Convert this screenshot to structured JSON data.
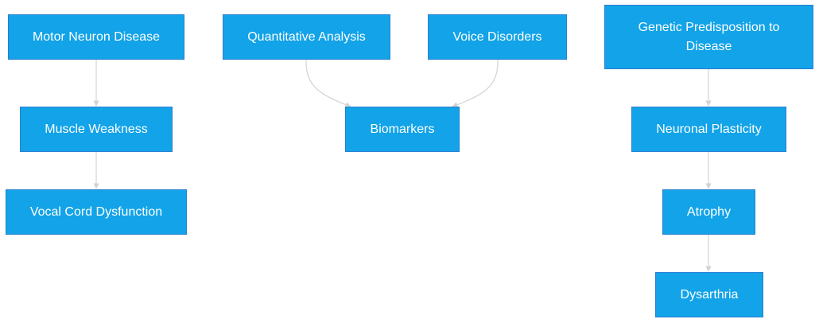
{
  "colors": {
    "node_fill": "#12a3e8",
    "node_border": "#2a7fd0",
    "node_text": "#ffffff",
    "edge": "#d3d3d3"
  },
  "nodes": {
    "motor_neuron_disease": "Motor Neuron Disease",
    "quantitative_analysis": "Quantitative Analysis",
    "voice_disorders": "Voice Disorders",
    "genetic_predisposition": "Genetic Predisposition to Disease",
    "muscle_weakness": "Muscle Weakness",
    "biomarkers": "Biomarkers",
    "neuronal_plasticity": "Neuronal Plasticity",
    "vocal_cord_dysfunction": "Vocal Cord Dysfunction",
    "atrophy": "Atrophy",
    "dysarthria": "Dysarthria"
  },
  "edges": [
    {
      "from": "motor_neuron_disease",
      "to": "muscle_weakness"
    },
    {
      "from": "muscle_weakness",
      "to": "vocal_cord_dysfunction"
    },
    {
      "from": "quantitative_analysis",
      "to": "biomarkers"
    },
    {
      "from": "voice_disorders",
      "to": "biomarkers"
    },
    {
      "from": "genetic_predisposition",
      "to": "neuronal_plasticity"
    },
    {
      "from": "neuronal_plasticity",
      "to": "atrophy"
    },
    {
      "from": "atrophy",
      "to": "dysarthria"
    }
  ]
}
